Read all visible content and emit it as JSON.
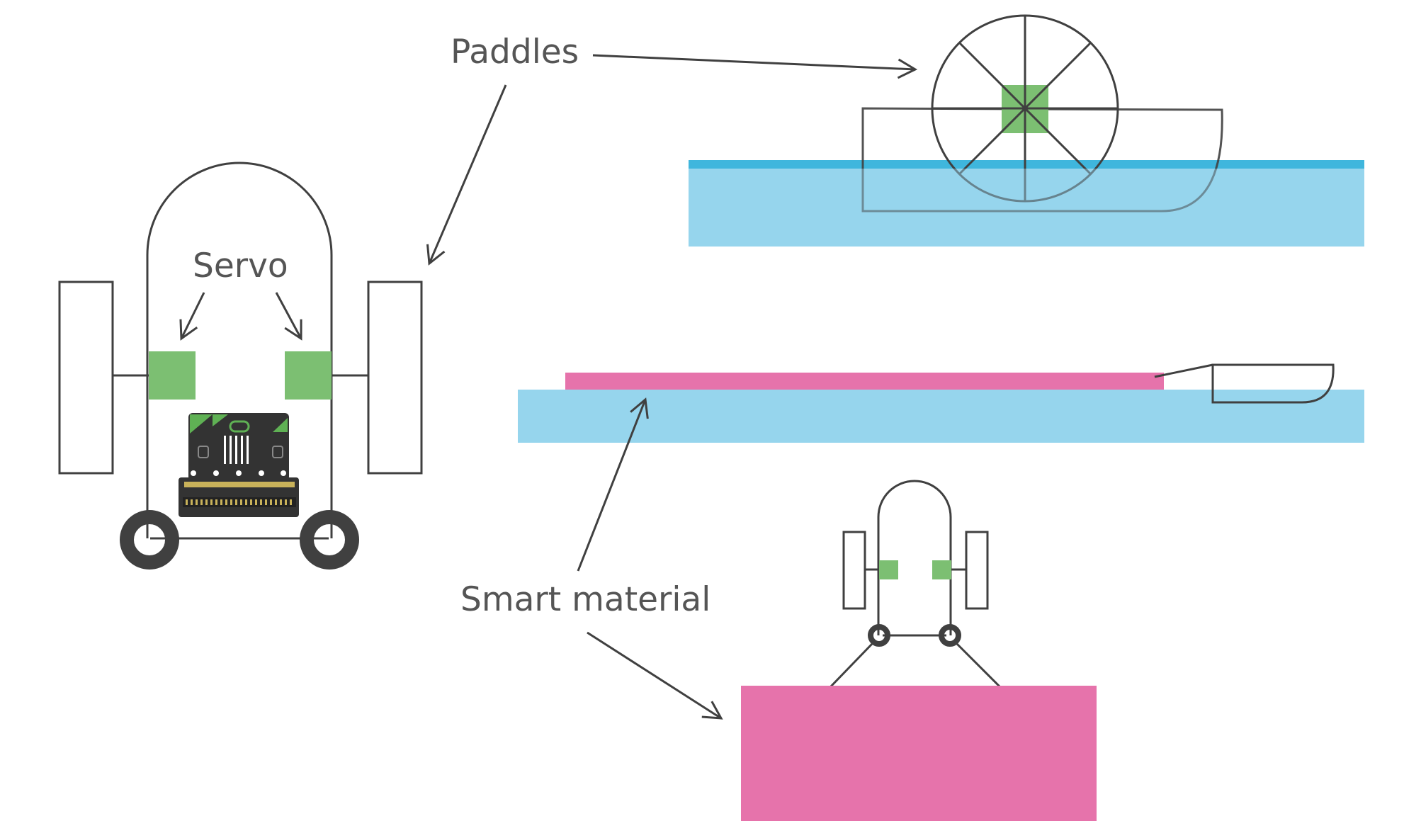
{
  "labels": {
    "paddles": "Paddles",
    "servo": "Servo",
    "smart_material": "Smart material"
  },
  "colors": {
    "outline": "#404040",
    "servo_green": "#7cbf72",
    "water_light": "#96d5ed",
    "water_surface": "#3fb6dd",
    "smart_material_pink": "#e673ab",
    "board_dark": "#333333",
    "board_green": "#5fb154",
    "pin_gold": "#c9b25a",
    "led_white": "#ffffff",
    "label_gray": "#555555"
  }
}
